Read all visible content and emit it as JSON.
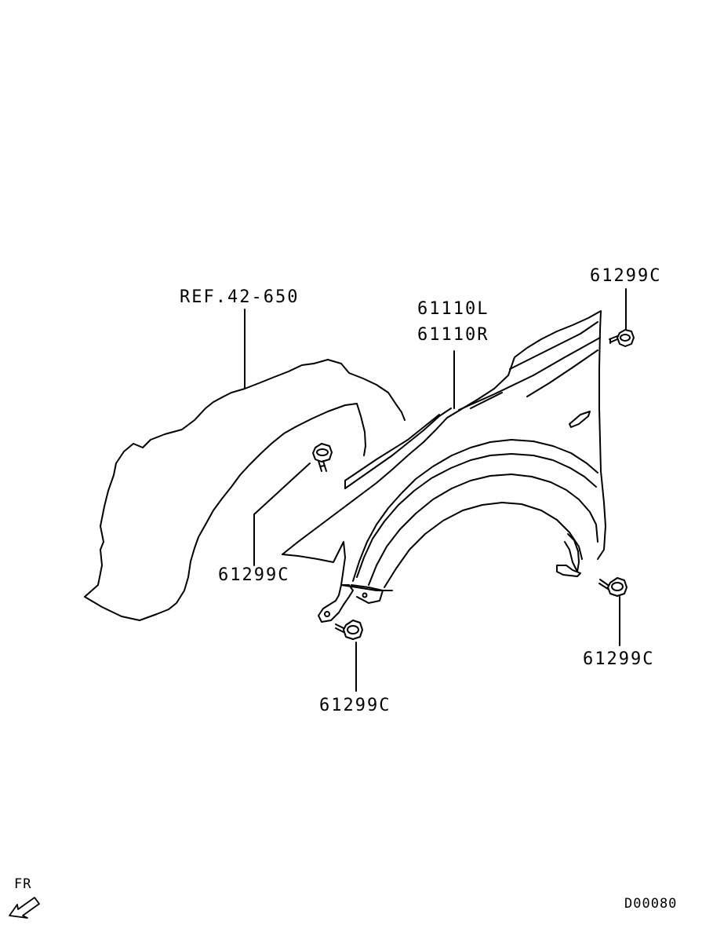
{
  "parts": {
    "liner_ref": "REF.42-650",
    "fender_left": "61110L",
    "fender_right": "61110R",
    "bolt_top_right": "61299C",
    "bolt_inner": "61299C",
    "bolt_lower_front": "61299C",
    "bolt_lower_rear": "61299C"
  },
  "direction": {
    "label": "FR"
  },
  "drawing_id": "D00080"
}
